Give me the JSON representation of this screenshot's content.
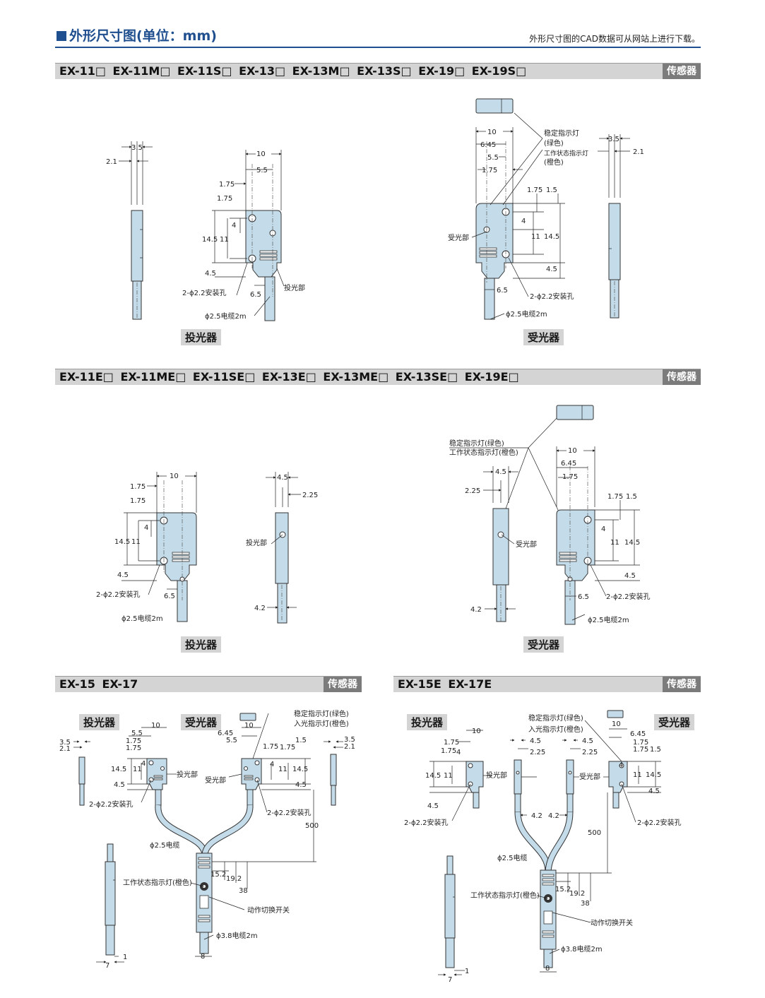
{
  "header": {
    "title": "外形尺寸图(单位：mm)",
    "note": "外形尺寸图的CAD数据可从网站上进行下载。"
  },
  "sections": {
    "s1": {
      "models": "EX-11□ EX-11M□ EX-11S□ EX-13□ EX-13M□ EX-13S□ EX-19□ EX-19S□",
      "tag": "传感器"
    },
    "s2": {
      "models": "EX-11E□ EX-11ME□ EX-11SE□ EX-13E□ EX-13ME□ EX-13SE□ EX-19E□",
      "tag": "传感器"
    },
    "s3": {
      "models": "EX-15 EX-17",
      "tag": "传感器"
    },
    "s4": {
      "models": "EX-15E EX-17E",
      "tag": "传感器"
    }
  },
  "captions": {
    "emitter": "投光器",
    "receiver": "受光器"
  },
  "labels": {
    "emitting_part": "投光部",
    "receiving_part": "受光部",
    "mount_holes": "2-ϕ2.2安装孔",
    "cable_25": "ϕ2.5电缆2m",
    "cable_25_short": "ϕ2.5电缆",
    "cable_38": "ϕ3.8电缆2m",
    "stability_led": "稳定指示灯",
    "green": "(绿色)",
    "op_led": "工作状态指示灯",
    "orange": "(橙色)",
    "stability_led_green": "稳定指示灯(绿色)",
    "op_led_orange": "工作状态指示灯(橙色)",
    "incident_led_orange": "入光指示灯(橙色)",
    "switch": "动作切换开关"
  },
  "dims": {
    "d10": "10",
    "d55": "5.5",
    "d175": "1.75",
    "d145": "14.5",
    "d11": "11",
    "d4": "4",
    "d45": "4.5",
    "d65": "6.5",
    "d35": "3.5",
    "d21": "2.1",
    "d645": "6.45",
    "d15": "1.5",
    "d225": "2.25",
    "d42": "4.2",
    "d500": "500",
    "d152": "15.2",
    "d192": "19.2",
    "d38": "38",
    "d8": "8",
    "d7": "7",
    "d1": "1"
  }
}
